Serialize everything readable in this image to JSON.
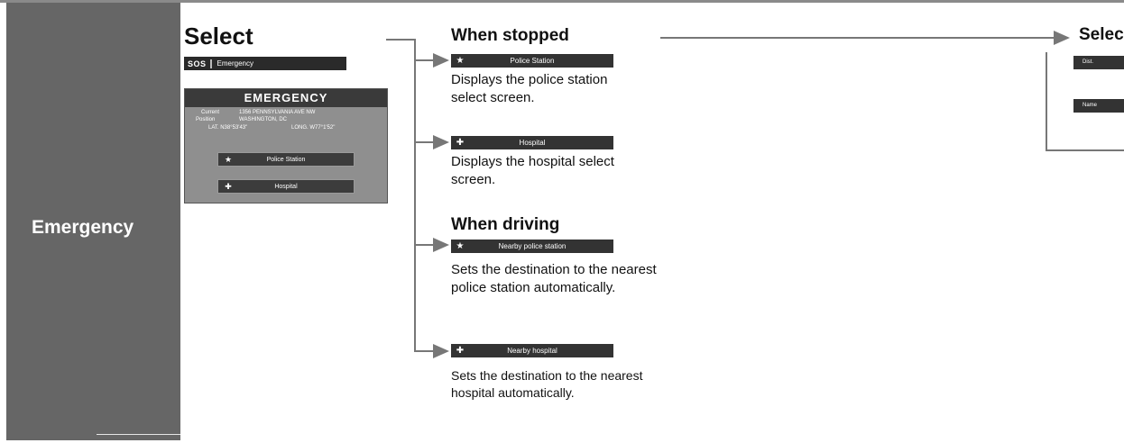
{
  "sidebar": {
    "title": "Emergency"
  },
  "select_section": {
    "heading": "Select",
    "sos_badge": "SOS",
    "sos_label": "Emergency"
  },
  "emergency_screen": {
    "title": "EMERGENCY",
    "current_label": "Current",
    "address": "1356 PENNSYLVANIA AVE NW",
    "position_label": "Position",
    "city": "WASHINGTON, DC",
    "lat": "LAT. N38°53'43\"",
    "long": "LONG. W77°1'52\"",
    "buttons": [
      {
        "icon": "★",
        "label": "Police Station"
      },
      {
        "icon": "✚",
        "label": "Hospital"
      }
    ]
  },
  "when_stopped": {
    "heading": "When stopped",
    "items": [
      {
        "icon": "★",
        "label": "Police Station",
        "description": "Displays the police station select screen."
      },
      {
        "icon": "✚",
        "label": "Hospital",
        "description": "Displays the hospital select screen."
      }
    ]
  },
  "when_driving": {
    "heading": "When driving",
    "items": [
      {
        "icon": "★",
        "label": "Nearby police station",
        "description": "Sets the destination to the nearest police station automatically."
      },
      {
        "icon": "✚",
        "label": "Nearby hospital",
        "description": "Sets the destination to the nearest hospital automatically."
      }
    ]
  },
  "right_section": {
    "heading": "Selec",
    "buttons": [
      {
        "label": "Dist."
      },
      {
        "label": "Name"
      }
    ]
  },
  "colors": {
    "sidebar": "#666666",
    "bar": "#333333",
    "screen": "#8f8f8f",
    "line": "#777777"
  }
}
